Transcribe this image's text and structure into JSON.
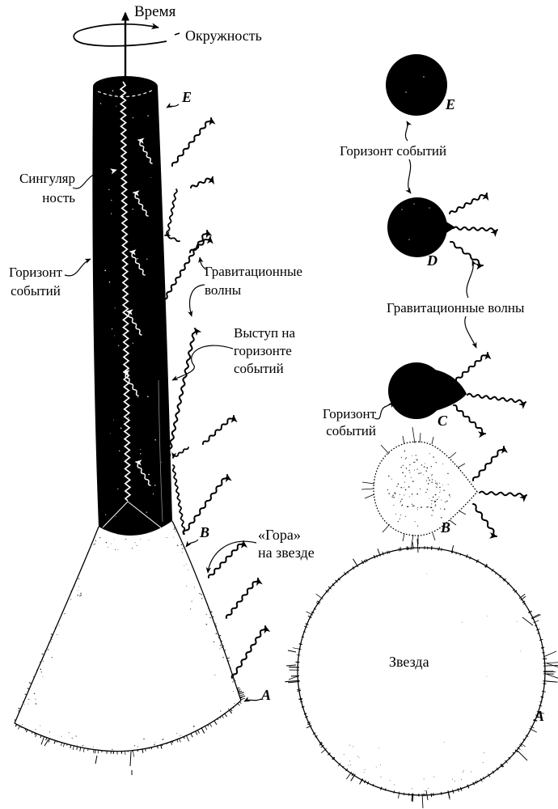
{
  "figure": {
    "left": {
      "time": "Время",
      "circumference": "Окружность",
      "singularity": "Сингуляр\nность",
      "horizon": "Горизонт\nсобытий",
      "grav_waves": "Гравитационные\nволны",
      "bulge": "Выступ на\nгоризонте\nсобытий",
      "mountain": "«Гора»\nна звезде",
      "marker_e": "E",
      "marker_b": "B",
      "marker_a": "A"
    },
    "right": {
      "horizon_top": "Горизонт событий",
      "grav_waves": "Гравитационные волны",
      "horizon_c": "Горизонт\nсобытий",
      "star": "Звезда",
      "marker_e": "E",
      "marker_d": "D",
      "marker_c": "C",
      "marker_b": "B",
      "marker_a": "A"
    },
    "colors": {
      "ink": "#000000",
      "paper": "#ffffff"
    },
    "icons": {
      "time_axis": "up-arrow",
      "circumference": "rotation-loop-arrow",
      "gravitational_wave": "wavy-arrow",
      "label_pointer": "curved-leader-arrow"
    }
  }
}
